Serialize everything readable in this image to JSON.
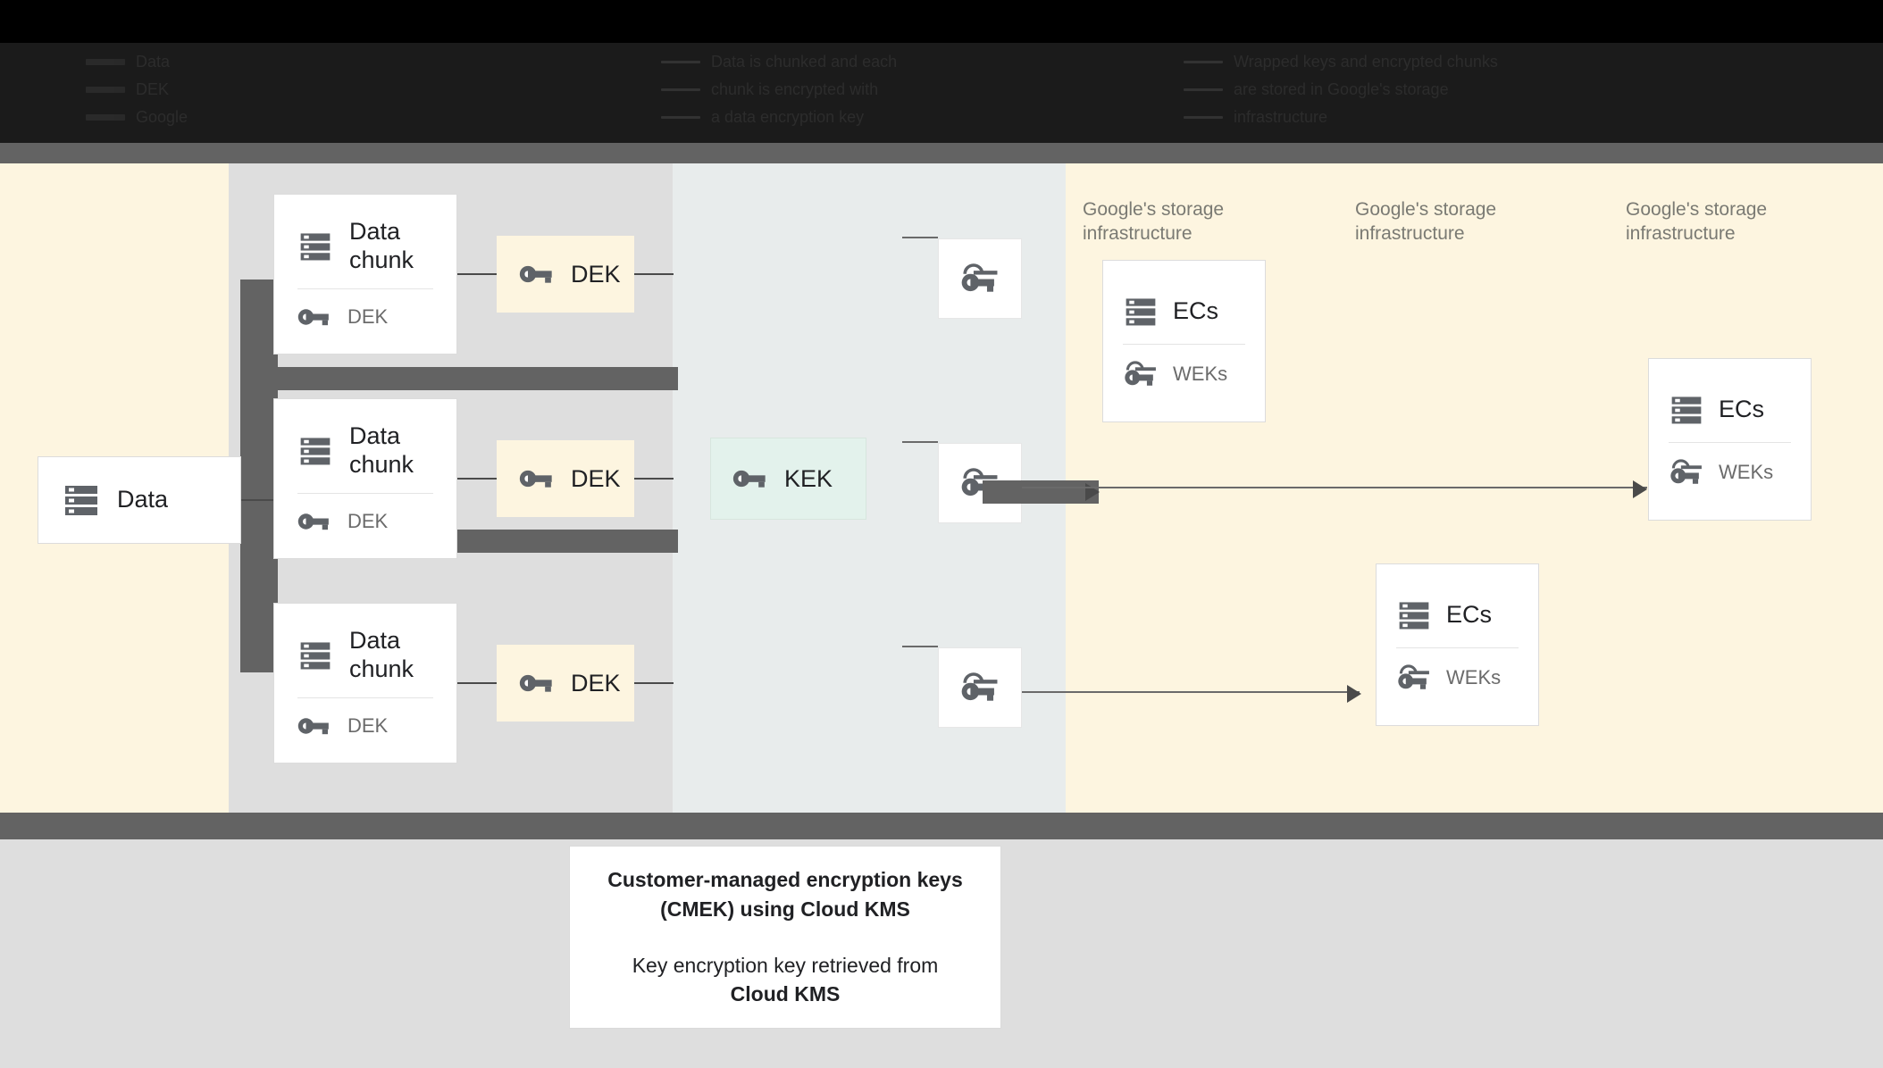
{
  "legend": {
    "columns": [
      {
        "rows": [
          {
            "icon": "swatch-solid",
            "label": "Data"
          },
          {
            "icon": "swatch-solid",
            "label": "DEK"
          },
          {
            "icon": "swatch-solid",
            "label": "Google"
          }
        ]
      },
      {
        "rows": [
          {
            "icon": "swatch-line",
            "label": "Data is chunked and each"
          },
          {
            "icon": "swatch-line",
            "label": "chunk is encrypted with"
          },
          {
            "icon": "swatch-line",
            "label": "a data encryption key"
          }
        ]
      },
      {
        "rows": [
          {
            "icon": "swatch-line",
            "label": "Wrapped keys and encrypted chunks"
          },
          {
            "icon": "swatch-line",
            "label": "are stored in Google's storage"
          },
          {
            "icon": "swatch-line",
            "label": "infrastructure"
          }
        ]
      }
    ]
  },
  "diagram": {
    "source": {
      "title": "Data",
      "icon": "server-stack-icon"
    },
    "chunks": [
      {
        "title": "Data\nchunk",
        "icon": "server-stack-icon",
        "key_label": "DEK",
        "key_icon": "key-icon"
      },
      {
        "title": "Data\nchunk",
        "icon": "server-stack-icon",
        "key_label": "DEK",
        "key_icon": "key-icon"
      },
      {
        "title": "Data\nchunk",
        "icon": "server-stack-icon",
        "key_label": "DEK",
        "key_icon": "key-icon"
      }
    ],
    "deks": [
      {
        "label": "DEK",
        "icon": "key-icon"
      },
      {
        "label": "DEK",
        "icon": "key-icon"
      },
      {
        "label": "DEK",
        "icon": "key-icon"
      }
    ],
    "kek": {
      "label": "KEK",
      "icon": "key-icon"
    },
    "wrapped_keys": [
      {
        "icon": "wrapped-key-icon"
      },
      {
        "icon": "wrapped-key-icon"
      },
      {
        "icon": "wrapped-key-icon"
      }
    ],
    "zone_labels": [
      "Google's storage\ninfrastructure",
      "Google's storage\ninfrastructure",
      "Google's storage\ninfrastructure"
    ],
    "storage_cards": [
      {
        "title": "ECs",
        "icon": "server-stack-icon",
        "sub_label": "WEKs",
        "sub_icon": "wrapped-key-icon"
      },
      {
        "title": "ECs",
        "icon": "server-stack-icon",
        "sub_label": "WEKs",
        "sub_icon": "wrapped-key-icon"
      },
      {
        "title": "ECs",
        "icon": "server-stack-icon",
        "sub_label": "WEKs",
        "sub_icon": "wrapped-key-icon"
      }
    ]
  },
  "caption": {
    "line1": "Customer-managed encryption keys",
    "line2": "(CMEK) using Cloud KMS",
    "line3": "Key encryption key retrieved from",
    "line4": "Cloud KMS"
  },
  "colors": {
    "background_cream": "#FDF5E0",
    "zone_chunks_grey": "#DEDEDE",
    "zone_kms_grey": "#E8ECEC",
    "band_grey": "#636363",
    "dek_chip": "#FDF5E0",
    "kek_chip": "#E3F2EC",
    "icon_grey": "#5F6368",
    "label_grey": "#7A7A73",
    "text_dark": "#202124"
  }
}
